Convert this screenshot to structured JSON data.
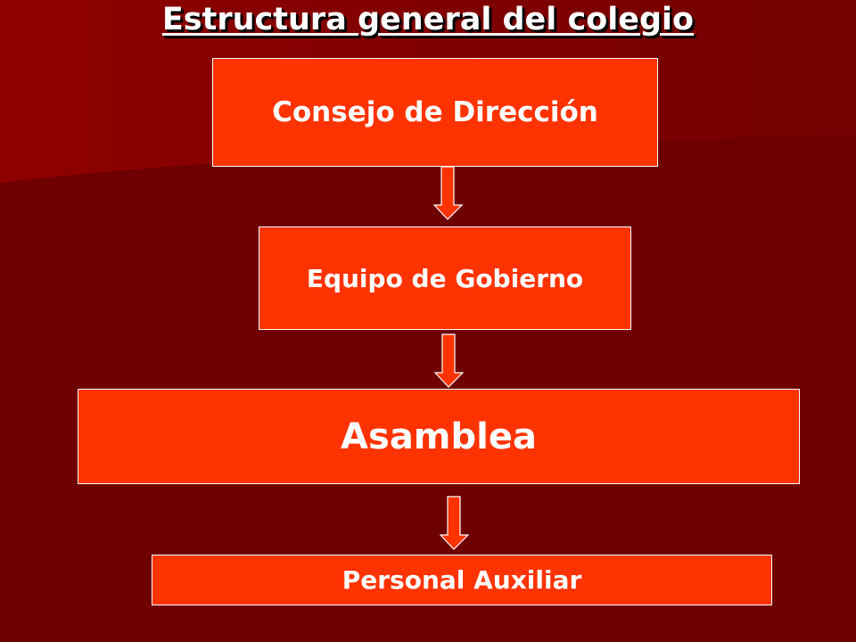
{
  "title": "Estructura general del colegio",
  "boxes": {
    "consejo": "Consejo de Dirección",
    "equipo": "Equipo de Gobierno",
    "asamblea": "Asamblea",
    "personal": "Personal Auxiliar"
  },
  "colors": {
    "background": "#6e0000",
    "box_fill": "#ff3300",
    "arrow_fill": "#ff3300",
    "text": "#ffffff"
  }
}
